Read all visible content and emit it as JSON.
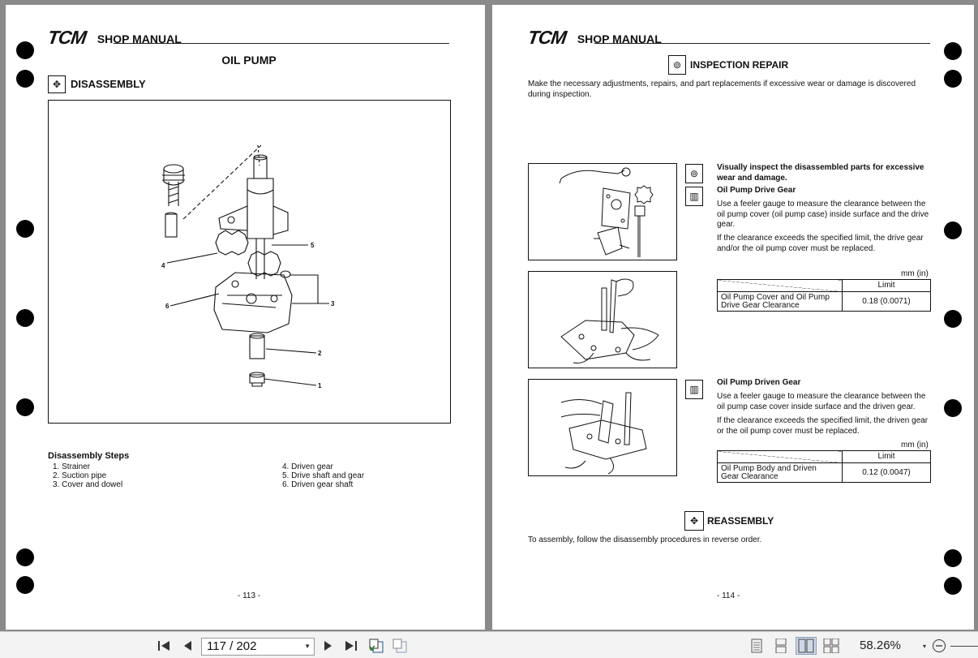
{
  "left_page": {
    "logo": "TCM",
    "header": "SHOP MANUAL",
    "title": "OIL PUMP",
    "section": "DISASSEMBLY",
    "callouts": [
      "1",
      "2",
      "3",
      "4",
      "5",
      "6"
    ],
    "steps_title": "Disassembly Steps",
    "steps_col1": [
      "1. Strainer",
      "2. Suction pipe",
      "3. Cover and dowel"
    ],
    "steps_col2": [
      "4. Driven gear",
      "5. Drive shaft and gear",
      "6. Driven gear shaft"
    ],
    "page_number": "- 113 -"
  },
  "right_page": {
    "logo": "TCM",
    "header": "SHOP MANUAL",
    "section": "INSPECTION REPAIR",
    "intro": "Make the necessary adjustments, repairs, and part replacements if excessive wear or damage is discovered during inspection.",
    "visual_line1": "Visually inspect the disassembled parts for excessive",
    "visual_line2": "wear and damage.",
    "drive_gear_title": "Oil Pump Drive Gear",
    "drive_gear_p1": "Use a feeler gauge to measure the clearance between the oil pump cover (oil pump case) inside surface and the drive gear.",
    "drive_gear_p2": "If the clearance exceeds the specified limit, the drive gear and/or the oil pump cover must be replaced.",
    "unit": "mm (in)",
    "table1": {
      "header": "Limit",
      "item_line1": "Oil Pump Cover and Oil Pump",
      "item_line2": "Drive Gear Clearance",
      "value": "0.18 (0.0071)"
    },
    "driven_gear_title": "Oil Pump Driven Gear",
    "driven_gear_p1": "Use a feeler gauge to measure the clearance between the oil pump case cover inside surface and the driven gear.",
    "driven_gear_p2": "If the clearance exceeds the specified limit, the driven gear or the oil pump cover must be replaced.",
    "table2": {
      "header": "Limit",
      "item_line1": "Oil Pump Body and Driven",
      "item_line2": "Gear Clearance",
      "value": "0.12 (0.0047)"
    },
    "reassembly_section": "REASSEMBLY",
    "reassembly_text": "To assembly, follow the disassembly procedures in reverse order.",
    "page_number": "- 114 -"
  },
  "toolbar": {
    "page_field": "117 / 202",
    "zoom": "58.26%"
  }
}
